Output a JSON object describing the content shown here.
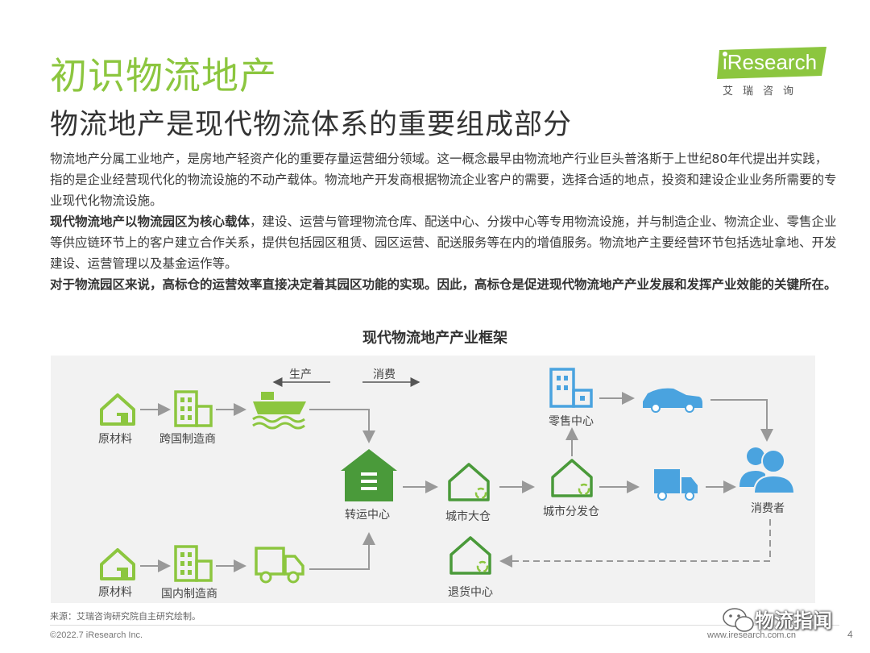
{
  "header": {
    "title": "初识物流地产",
    "subtitle": "物流地产是现代物流体系的重要组成部分"
  },
  "logo": {
    "brand": "iResearch",
    "sub": "艾瑞咨询",
    "color": "#8cc63f"
  },
  "body": {
    "p1": "物流地产分属工业地产，是房地产轻资产化的重要存量运营细分领域。这一概念最早由物流地产行业巨头普洛斯于上世纪80年代提出并实践，指的是企业经营现代化的物流设施的不动产载体。物流地产开发商根据物流企业客户的需要，选择合适的地点，投资和建设企业业务所需要的专业现代化物流设施。",
    "p2_bold": "现代物流地产以物流园区为核心载体",
    "p2_rest": "，建设、运营与管理物流仓库、配送中心、分拨中心等专用物流设施，并与制造企业、物流企业、零售企业等供应链环节上的客户建立合作关系，提供包括园区租赁、园区运营、配送服务等在内的增值服务。物流地产主要经营环节包括选址拿地、开发建设、运营管理以及基金运作等。",
    "p3_bold": "对于物流园区来说，高标仓的运营效率直接决定着其园区功能的实现。因此，高标仓是促进现代物流地产产业发展和发挥产业效能的关键所在。"
  },
  "diagram": {
    "title": "现代物流地产产业框架",
    "colors": {
      "green": "#8cc63f",
      "dark_green": "#4a9a3a",
      "blue": "#4aa3df",
      "arrow": "#999999",
      "panel": "#f2f2f2"
    },
    "nodes": {
      "raw1": "原材料",
      "intl_mfr": "跨国制造商",
      "transit": "转运中心",
      "city_warehouse": "城市大仓",
      "city_dist": "城市分发仓",
      "retail": "零售中心",
      "consumer": "消费者",
      "raw2": "原材料",
      "dom_mfr": "国内制造商",
      "returns": "退货中心"
    },
    "arrow_labels": {
      "production": "生产",
      "consumption": "消费"
    }
  },
  "source": "来源：艾瑞咨询研究院自主研究绘制。",
  "footer": {
    "copyright": "©2022.7 iResearch Inc.",
    "url": "www.iresearch.com.cn",
    "page": "4"
  },
  "watermark": "物流指闻"
}
